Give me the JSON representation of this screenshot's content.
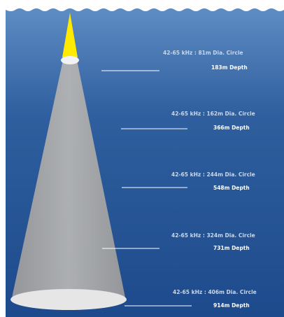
{
  "diagram": {
    "colors": {
      "water_top": "#5f8dc4",
      "water_mid": "#2f5f9e",
      "water_bottom": "#1d4a8c",
      "surface_wave": "#ffffff",
      "beam_fill": "#a5a5a5",
      "beam_tip": "#ffea00",
      "footprint": "#e8e8e8",
      "depth_line": "#ffffff"
    },
    "levels": [
      {
        "frequency_diameter": "42-65 kHz : 81m Dia. Circle",
        "depth": "183m Depth"
      },
      {
        "frequency_diameter": "42-65 kHz : 162m Dia. Circle",
        "depth": "366m Depth"
      },
      {
        "frequency_diameter": "42-65 kHz : 244m Dia. Circle",
        "depth": "548m Depth"
      },
      {
        "frequency_diameter": "42-65 kHz : 324m Dia. Circle",
        "depth": "731m Depth"
      },
      {
        "frequency_diameter": "42-65 kHz : 406m Dia. Circle",
        "depth": "914m Depth"
      }
    ]
  }
}
